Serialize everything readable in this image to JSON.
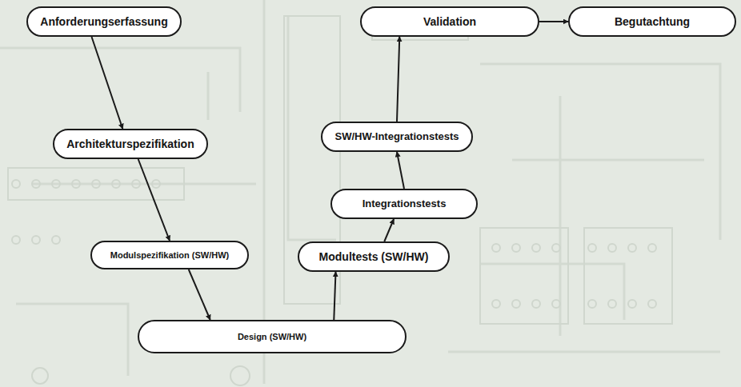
{
  "diagram": {
    "nodes": [
      {
        "text": [
          "Anforderungserfassung"
        ]
      },
      {
        "text": [
          "Architekturspezifikation"
        ]
      },
      {
        "text": [
          "Modulspezifikation (SW/HW)"
        ]
      },
      {
        "text": [
          "Design (SW/HW)"
        ]
      },
      {
        "text": [
          "Modultests (SW/HW)"
        ]
      },
      {
        "text": [
          "Integrationstests"
        ]
      },
      {
        "text": [
          "SW/HW-Integrationstests"
        ]
      },
      {
        "text": [
          "Validation"
        ]
      },
      {
        "text": [
          "Begutachtung"
        ]
      }
    ],
    "edges": [
      {
        "from": 0,
        "to": 1,
        "arrow": "to"
      },
      {
        "from": 1,
        "to": 2,
        "arrow": "to"
      },
      {
        "from": 2,
        "to": 3,
        "arrow": "to"
      },
      {
        "from": 3,
        "to": 4,
        "arrow": "to"
      },
      {
        "from": 4,
        "to": 5,
        "arrow": "to"
      },
      {
        "from": 5,
        "to": 6,
        "arrow": "to"
      },
      {
        "from": 6,
        "to": 7,
        "arrow": "to"
      },
      {
        "from": 7,
        "to": 8,
        "arrow": "to"
      }
    ]
  }
}
